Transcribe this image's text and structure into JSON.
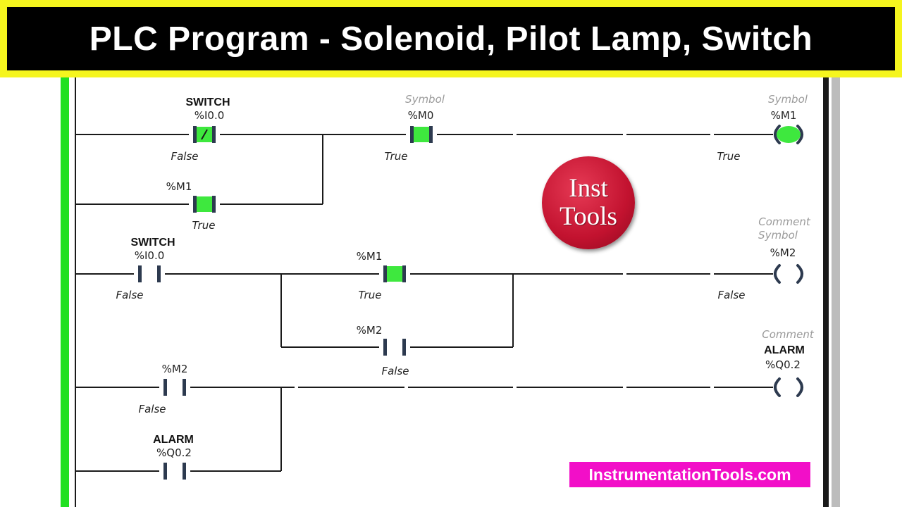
{
  "title": "PLC Program - Solenoid, Pilot Lamp, Switch",
  "colors": {
    "title_bg": "#000000",
    "title_border": "#f5f51e",
    "energized": "#3ee83e",
    "contact": "#2d3a4f",
    "logo": "#c2122f",
    "watermark_bg": "#f20fc8"
  },
  "logo": {
    "line1": "Inst",
    "line2": "Tools"
  },
  "watermark": "InstrumentationTools.com",
  "rungs": [
    {
      "elements": [
        {
          "kind": "contact-nc",
          "symbol": "SWITCH",
          "address": "%I0.0",
          "state": "False",
          "energized": true
        },
        {
          "kind": "contact-no",
          "address": "%M1",
          "state": "True",
          "energized": true
        },
        {
          "kind": "contact-no",
          "symbol_header": "Symbol",
          "address": "%M0",
          "state": "True",
          "energized": true
        },
        {
          "kind": "coil",
          "symbol_header": "Symbol",
          "address": "%M1",
          "state": "True",
          "energized": true
        }
      ]
    },
    {
      "elements": [
        {
          "kind": "contact-no",
          "symbol": "SWITCH",
          "address": "%I0.0",
          "state": "False",
          "energized": false
        },
        {
          "kind": "contact-no",
          "address": "%M1",
          "state": "True",
          "energized": true
        },
        {
          "kind": "contact-no",
          "address": "%M2",
          "state": "False",
          "energized": false
        },
        {
          "kind": "coil",
          "comment_header": "Comment",
          "symbol_header": "Symbol",
          "address": "%M2",
          "state": "False",
          "energized": false
        }
      ]
    },
    {
      "elements": [
        {
          "kind": "contact-no",
          "address": "%M2",
          "state": "False",
          "energized": false
        },
        {
          "kind": "contact-no",
          "symbol": "ALARM",
          "address": "%Q0.2",
          "energized": false
        },
        {
          "kind": "coil",
          "comment_header": "Comment",
          "symbol": "ALARM",
          "address": "%Q0.2",
          "energized": false
        }
      ]
    }
  ]
}
